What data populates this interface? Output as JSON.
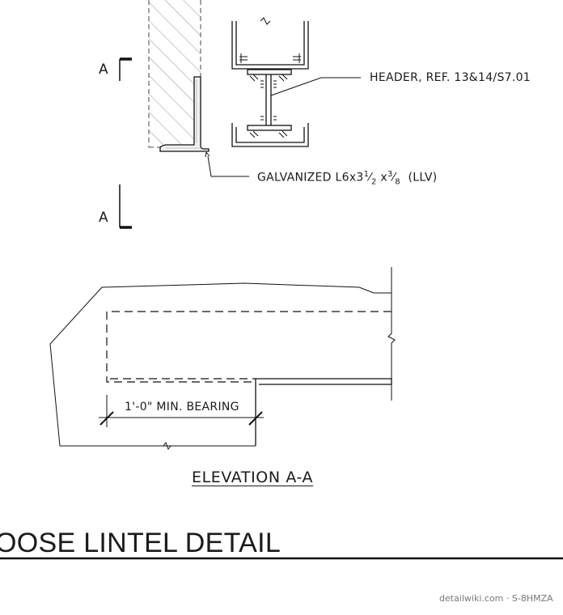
{
  "section_cut": {
    "marker": "A"
  },
  "callouts": {
    "header_note": "HEADER, REF. 13&14/S7.01",
    "angle_note_prefix": "GALVANIZED L6x3",
    "angle_half_num": "1",
    "angle_half_den": "2",
    "angle_times": " x",
    "angle_thk_num": "3",
    "angle_thk_den": "8",
    "angle_note_suffix": "(LLV)"
  },
  "elevation": {
    "bearing_note": "1'-0\" MIN. BEARING",
    "title": "ELEVATION A-A"
  },
  "sheet": {
    "title_partial": "OOSE LINTEL DETAIL",
    "watermark": "detailwiki.com · S-8HMZA"
  }
}
